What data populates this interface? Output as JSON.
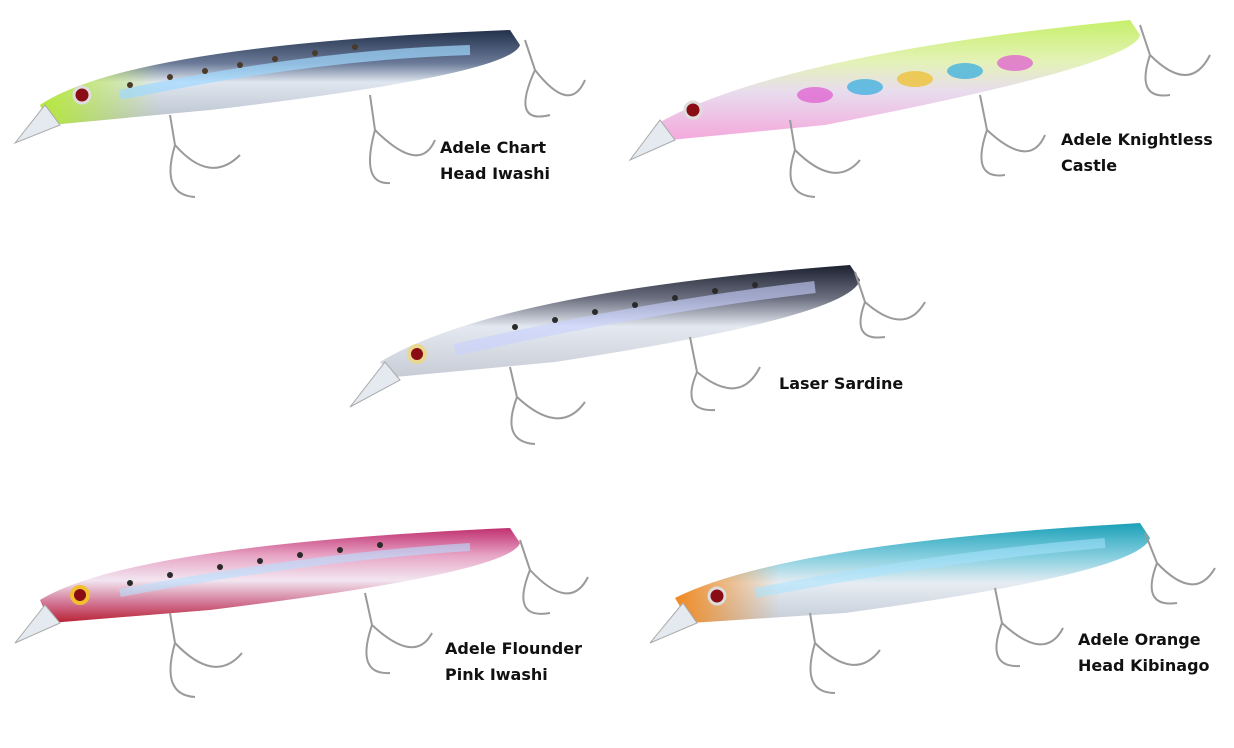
{
  "lures": [
    {
      "id": "adele-chart-head-iwashi",
      "lines": [
        "Adele Chart",
        "Head Iwashi"
      ],
      "colors": {
        "back": "#2a3550",
        "head": "#b6e83a",
        "belly": "#d8dde6",
        "flash": "#7fd0ff",
        "eye": "#b0141c"
      }
    },
    {
      "id": "adele-knightless-castle",
      "lines": [
        "Adele Knightless",
        "Castle"
      ],
      "colors": {
        "back": "#c6f06a",
        "head": "#f2a0d6",
        "belly": "#f4a8dc",
        "flash": "#e060d0",
        "eye": "#b0141c"
      }
    },
    {
      "id": "laser-sardine",
      "lines": [
        "Laser Sardine"
      ],
      "colors": {
        "back": "#1c2130",
        "head": "#c0c4cc",
        "belly": "#e2e6ee",
        "flash": "#b8c8ff",
        "eye": "#b0141c"
      }
    },
    {
      "id": "adele-flounder-pink-iwashi",
      "lines": [
        "Adele Flounder",
        "Pink Iwashi"
      ],
      "colors": {
        "back": "#c03070",
        "head": "#f0c030",
        "belly": "#b82030",
        "flash": "#f0b0d8",
        "eye": "#b0141c"
      }
    },
    {
      "id": "adele-orange-head-kibinago",
      "lines": [
        "Adele Orange",
        "Head Kibinago"
      ],
      "colors": {
        "back": "#1aa0b8",
        "head": "#f08a20",
        "belly": "#d6dce6",
        "flash": "#80d8ff",
        "eye": "#b0141c"
      }
    }
  ]
}
